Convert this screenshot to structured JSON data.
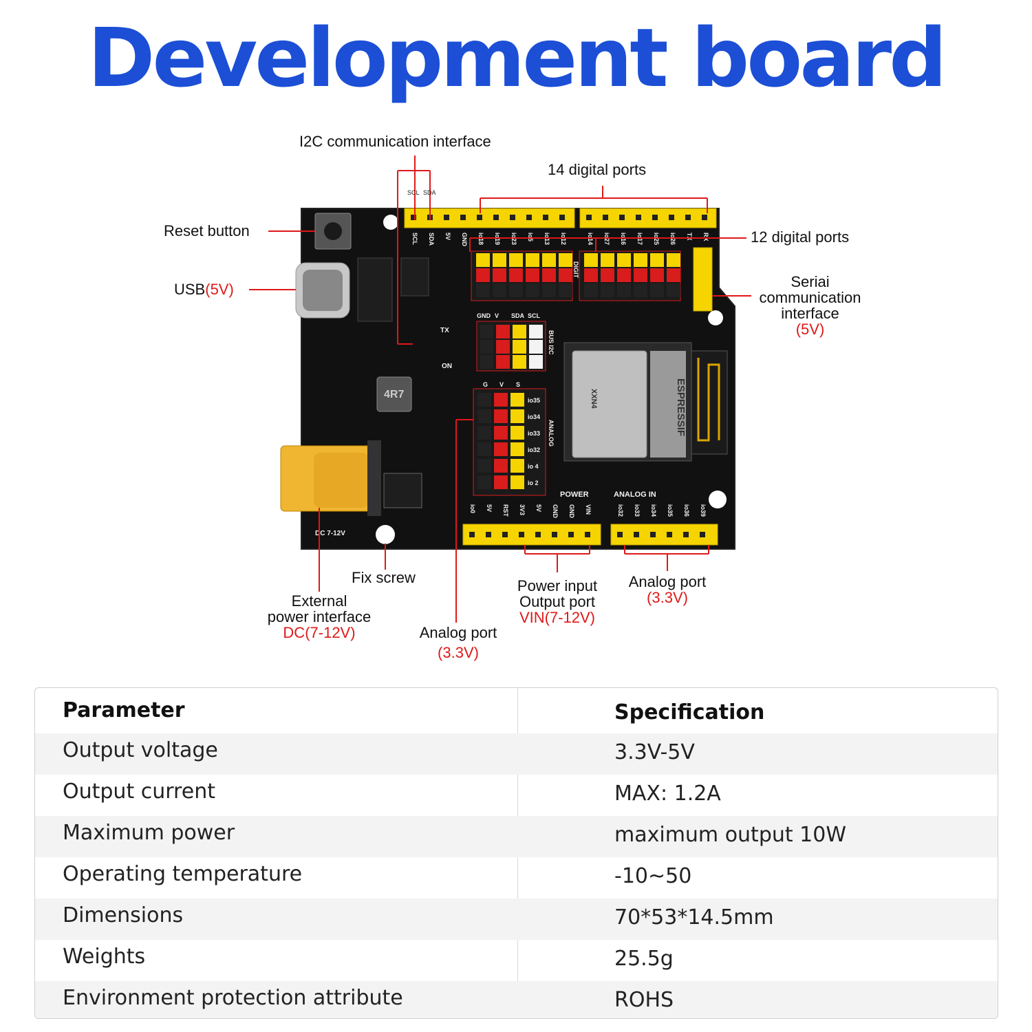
{
  "title": "Development board",
  "diagram": {
    "labels": {
      "i2c": "I2C communication interface",
      "scl": "SCL",
      "sda": "SDA",
      "digital14": "14 digital ports",
      "digital12": "12 digital ports",
      "reset": "Reset button",
      "usb": "USB",
      "usb_v": "(5V)",
      "serial_1": "Seriai",
      "serial_2": "communication",
      "serial_3": "interface",
      "serial_v": "(5V)",
      "fix_screw": "Fix screw",
      "ext_1": "External",
      "ext_2": "power interface",
      "ext_v": "DC(7-12V)",
      "analog_left": "Analog port",
      "analog_left_v": "(3.3V)",
      "power_1": "Power input",
      "power_2": "Output port",
      "power_v": "VIN(7-12V)",
      "analog_right": "Analog port",
      "analog_right_v": "(3.3V)"
    },
    "board": {
      "top_pins_left": [
        "SCL",
        "SDA",
        "5V",
        "GND",
        "io18",
        "io19",
        "io23",
        "io5",
        "io13",
        "io12"
      ],
      "top_pins_right": [
        "io14",
        "io27",
        "io16",
        "io17",
        "io25",
        "io26",
        "TX",
        "RX"
      ],
      "bus_header": [
        "GND",
        "V",
        "SDA",
        "SCL"
      ],
      "bus_label": "BUS I2C",
      "analog_header": [
        "G",
        "V",
        "S"
      ],
      "analog_pins": [
        "io35",
        "io34",
        "io33",
        "io32",
        "io 4",
        "io 2"
      ],
      "analog_label": "ANALOG",
      "digit_label": "DIGIT",
      "power_label": "POWER",
      "analog_in_label": "ANALOG IN",
      "bottom_power_pins": [
        "io0",
        "5V",
        "RST",
        "3V3",
        "5V",
        "GND",
        "GND",
        "VIN"
      ],
      "bottom_analog_pins": [
        "io32",
        "io33",
        "io34",
        "io35",
        "io36",
        "io39"
      ],
      "dc_label": "DC 7-12V",
      "module_brand": "ESPRESSIF",
      "inductor": "4R7",
      "tx": "TX",
      "on": "ON",
      "xxn": "XXN4"
    }
  },
  "table": {
    "header": {
      "param": "Parameter",
      "spec": "Specification"
    },
    "rows": [
      {
        "param": "Output voltage",
        "spec": "3.3V-5V"
      },
      {
        "param": "Output current",
        "spec": "MAX: 1.2A"
      },
      {
        "param": "Maximum power",
        "spec": "maximum output 10W"
      },
      {
        "param": "Operating temperature",
        "spec": "-10~50"
      },
      {
        "param": "Dimensions",
        "spec": "70*53*14.5mm"
      },
      {
        "param": "Weights",
        "spec": "25.5g"
      },
      {
        "param": "Environment protection attribute",
        "spec": "ROHS"
      }
    ]
  },
  "colors": {
    "title": "#1c4fd6",
    "callout_line": "#e01818",
    "board": "#111111",
    "header_yellow": "#f5d400",
    "pin_red": "#d91c1c"
  }
}
